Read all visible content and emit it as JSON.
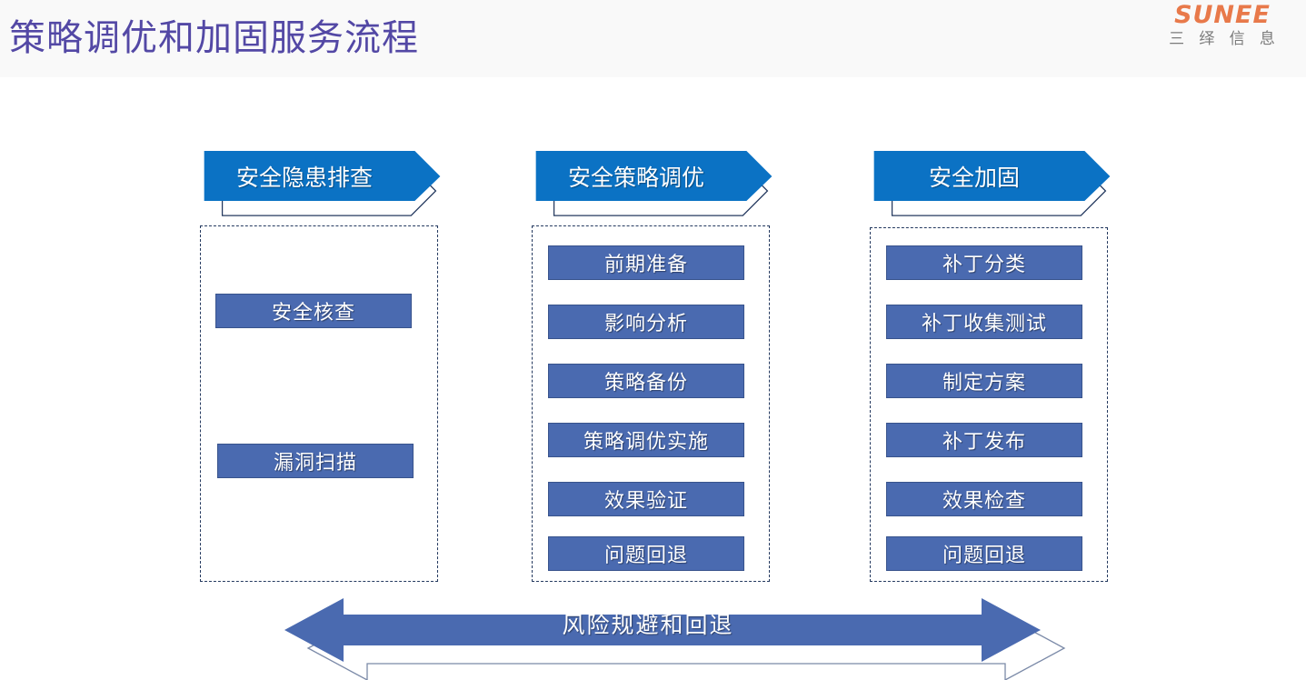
{
  "header": {
    "title": "策略调优和加固服务流程",
    "title_color": "#5348a5",
    "band_color": "#f9f9f9",
    "brand": {
      "main": "SUNEE",
      "sub": "三 绎 信 息",
      "main_color": "#e8794a",
      "sub_color": "#7b7b7b"
    }
  },
  "theme": {
    "banner_blue": "#0b72c4",
    "chip_blue": "#4a6ab0",
    "chip_border": "#38538c",
    "dashed_border": "#24395f",
    "outline_gray": "#7b8aa8"
  },
  "columns": [
    {
      "banner_label": "安全隐患排查",
      "items": [
        "安全核查",
        "漏洞扫描"
      ]
    },
    {
      "banner_label": "安全策略调优",
      "items": [
        "前期准备",
        "影响分析",
        "策略备份",
        "策略调优实施",
        "效果验证",
        "问题回退"
      ]
    },
    {
      "banner_label": "安全加固",
      "items": [
        "补丁分类",
        "补丁收集测试",
        "制定方案",
        "补丁发布",
        "效果检查",
        "问题回退"
      ]
    }
  ],
  "bottom_arrow": {
    "label": "风险规避和回退"
  }
}
